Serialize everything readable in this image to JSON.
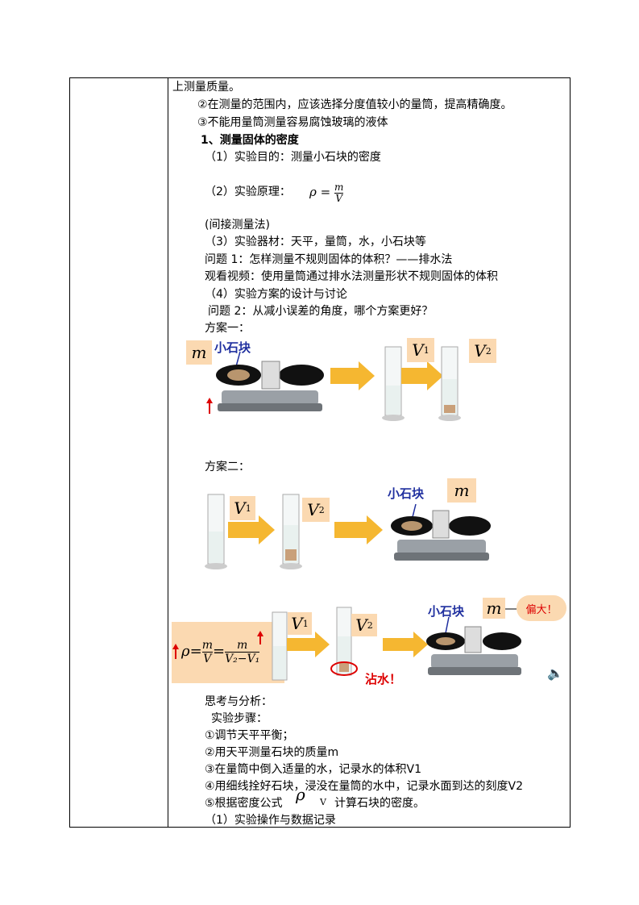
{
  "lines": {
    "l1": "上测量质量。",
    "l2": "②在测量的范围内，应该选择分度值较小的量筒，提高精确度。",
    "l3": "③不能用量筒测量容易腐蚀玻璃的液体",
    "l4": "1、测量固体的密度",
    "l5": "（1）实验目的：测量小石块的密度",
    "l6": "（2）实验原理：",
    "l7": "(间接测量法)",
    "l8": "（3）实验器材：天平，量筒，水，小石块等",
    "l9": "问题 1：怎样测量不规则固体的体积？——排水法",
    "l10": "观看视频：使用量筒通过排水法测量形状不规则固体的体积",
    "l11": "（4）实验方案的设计与讨论",
    "l12": "问题 2：从减小误差的角度，哪个方案更好？",
    "l13": "方案一：",
    "l14": "方案二：",
    "l15": "思考与分析：",
    "l16": "实验步骤：",
    "l17": "①调节天平平衡；",
    "l18": "②用天平测量石块的质量m",
    "l19": "③在量筒中倒入适量的水，记录水的体积V1",
    "l20": "④用细线拴好石块，浸没在量筒的水中，记录水面到达的刻度V2",
    "l21": "⑤根据密度公式",
    "l21b": "计算石块的密度。",
    "l22": "（1）实验操作与数据记录"
  },
  "formula": {
    "rho": "ρ",
    "eq": "=",
    "num": "m",
    "den": "V"
  },
  "fig": {
    "m": "m",
    "V": "V",
    "sub1": "1",
    "sub2": "2",
    "stone": "小石块",
    "bigger": "偏大！",
    "wet": "沾水！",
    "f_rho": "ρ",
    "f_eq": "=",
    "f_m": "m",
    "f_V": "V",
    "f_den": "V₂−V₁",
    "f_den2": "ρ",
    "f_v": "V"
  }
}
